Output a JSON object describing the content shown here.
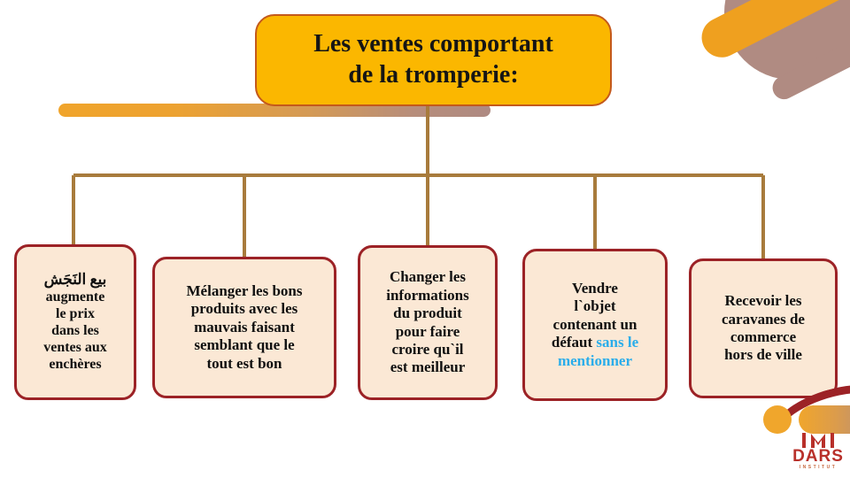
{
  "title": {
    "line1": "Les ventes comportant",
    "line2": "de la tromperie:"
  },
  "nodes": [
    {
      "id": "node-1",
      "arabic": "بيع النَجَش",
      "lines": [
        "augmente",
        "le prix",
        "dans les",
        "ventes aux",
        "enchères"
      ]
    },
    {
      "id": "node-2",
      "lines": [
        "Mélanger les bons",
        "produits avec les",
        "mauvais faisant",
        "semblant que le",
        "tout est bon"
      ]
    },
    {
      "id": "node-3",
      "lines": [
        "Changer les",
        "informations",
        "du produit",
        "pour faire",
        "croire qu`il",
        "est meilleur"
      ]
    },
    {
      "id": "node-4",
      "lines": [
        "Vendre",
        "l`objet",
        "contenant un"
      ],
      "mixed_line_plain": "défaut ",
      "mixed_line_highlight": "sans le",
      "highlight_line": "mentionner"
    },
    {
      "id": "node-5",
      "lines": [
        "Recevoir les",
        "caravanes de",
        "commerce",
        "hors de ville"
      ]
    }
  ],
  "logo": {
    "word": "DARS",
    "sub": "INSTITUT"
  },
  "colors": {
    "title_fill": "#fbb700",
    "title_border": "#c4591b",
    "node_fill": "#fbe8d5",
    "node_border": "#9c2226",
    "connector": "#a87b3c",
    "highlight": "#2badea",
    "orange": "#f0a62c",
    "mauve": "#b08b82",
    "logo_red": "#b8302a"
  }
}
